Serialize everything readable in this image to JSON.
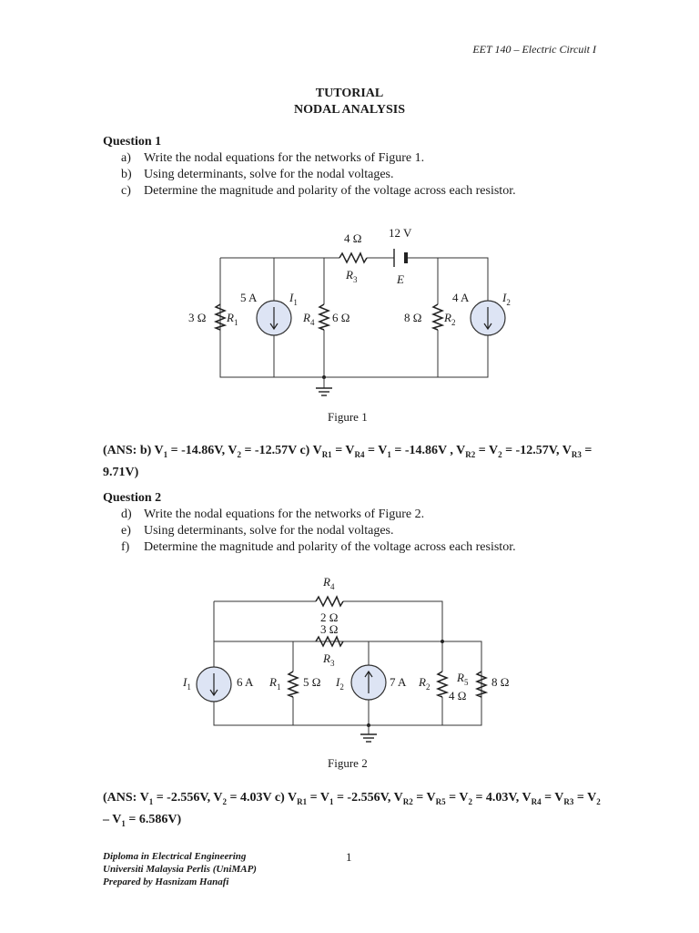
{
  "header": {
    "course": "EET 140 – Electric Circuit I"
  },
  "title": {
    "line1": "TUTORIAL",
    "line2": "NODAL ANALYSIS"
  },
  "q1": {
    "heading": "Question 1",
    "items": [
      {
        "label": "a)",
        "text": "Write the nodal equations for the networks of Figure 1."
      },
      {
        "label": "b)",
        "text": "Using determinants, solve for the nodal voltages."
      },
      {
        "label": "c)",
        "text": "Determine the magnitude and polarity of the voltage across each resistor."
      }
    ],
    "caption": "Figure 1",
    "figure": {
      "r3_value": "4 Ω",
      "r3_name": "R",
      "r3_sub": "3",
      "e_value": "12 V",
      "e_name": "E",
      "r1_value": "3 Ω",
      "r1_name": "R",
      "r1_sub": "1",
      "i1_value": "5 A",
      "i1_name": "I",
      "i1_sub": "1",
      "r4_name": "R",
      "r4_sub": "4",
      "r4_value": "6 Ω",
      "r2_value": "8 Ω",
      "r2_name": "R",
      "r2_sub": "2",
      "i2_value": "4 A",
      "i2_name": "I",
      "i2_sub": "2"
    },
    "answer": {
      "p1": "(ANS: b) V",
      "s1": "1",
      "p2": " = -14.86V, V",
      "s2": "2",
      "p3": " = -12.57V c) V",
      "s3": "R1",
      "p4": " = V",
      "s4": "R4",
      "p5": " = V",
      "s5": "1",
      "p6": " = -14.86V , V",
      "s6": "R2",
      "p7": " = V",
      "s7": "2",
      "p8": " = -12.57V, V",
      "s8": "R3",
      "p9": " = 9.71V)"
    }
  },
  "q2": {
    "heading": "Question 2",
    "items": [
      {
        "label": "d)",
        "text": "Write the nodal equations for the networks of Figure 2."
      },
      {
        "label": "e)",
        "text": "Using determinants, solve for the nodal voltages."
      },
      {
        "label": "f)",
        "text": "Determine the magnitude and polarity of the voltage across each resistor."
      }
    ],
    "caption": "Figure 2",
    "figure": {
      "r4_name": "R",
      "r4_sub": "4",
      "r4_value": "2 Ω",
      "r3_value": "3 Ω",
      "r3_name": "R",
      "r3_sub": "3",
      "i1_name": "I",
      "i1_sub": "1",
      "i1_value": "6 A",
      "r1_name": "R",
      "r1_sub": "1",
      "r1_value": "5 Ω",
      "i2_name": "I",
      "i2_sub": "2",
      "i2_value": "7 A",
      "r2_name": "R",
      "r2_sub": "2",
      "r2_value": "4 Ω",
      "r5_name": "R",
      "r5_sub": "5",
      "r5_value": "8 Ω"
    },
    "answer": {
      "p1": "(ANS: V",
      "s1": "1",
      "p2": " = -2.556V, V",
      "s2": "2",
      "p3": " = 4.03V c) V",
      "s3": "R1",
      "p4": " = V",
      "s4": "1",
      "p5": " = -2.556V, V",
      "s5": "R2",
      "p6": " = V",
      "s6": "R5",
      "p7": " = V",
      "s7": "2",
      "p8": " = 4.03V, V",
      "s8": "R4",
      "p9": " = V",
      "s9": "R3",
      "p10": " = V",
      "s10": "2",
      "p11": " – V",
      "s11": "1",
      "p12": " = 6.586V)"
    }
  },
  "footer": {
    "line1": "Diploma in Electrical Engineering",
    "line2": "Universiti Malaysia Perlis (UniMAP)",
    "line3": "Prepared by Hasnizam Hanafi",
    "page": "1"
  }
}
